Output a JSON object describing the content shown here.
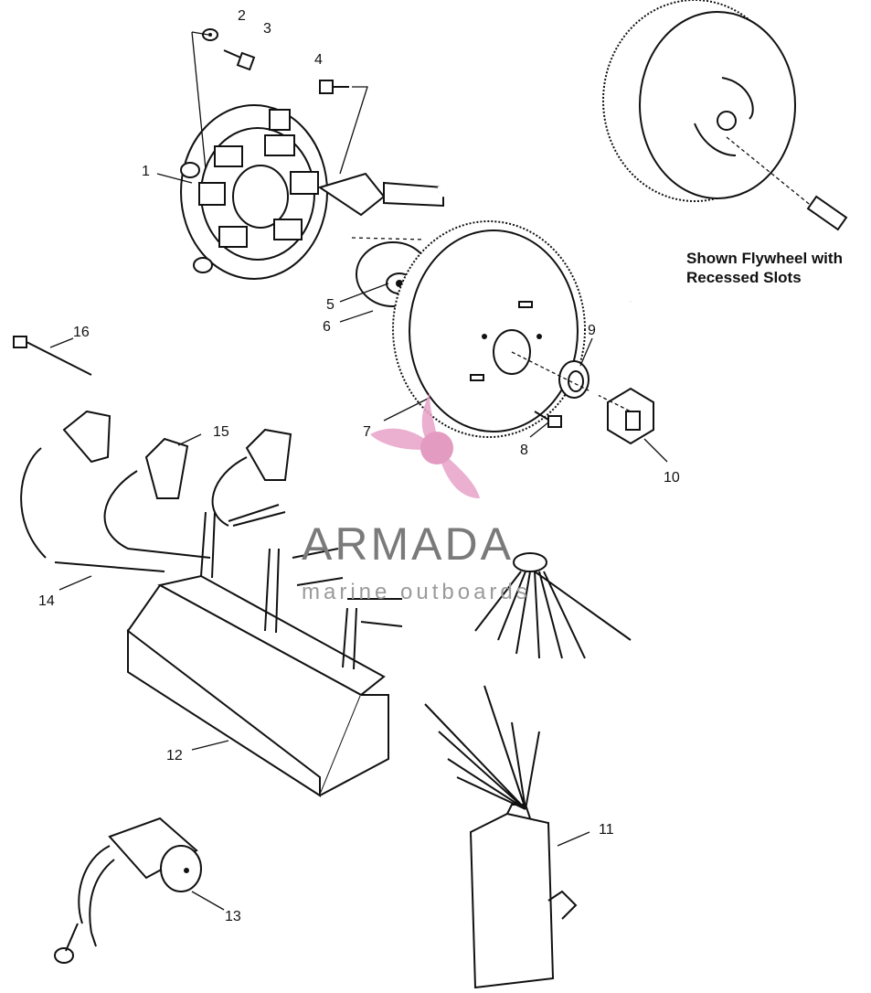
{
  "callouts": {
    "c1": "1",
    "c2": "2",
    "c3": "3",
    "c4": "4",
    "c5": "5",
    "c6": "6",
    "c7": "7",
    "c8": "8",
    "c9": "9",
    "c10": "10",
    "c11": "11",
    "c12": "12",
    "c13": "13",
    "c14": "14",
    "c15": "15",
    "c16": "16"
  },
  "note": {
    "line1": "Shown Flywheel with",
    "line2": "Recessed Slots"
  },
  "watermark": {
    "title": "ARMADA",
    "subtitle": "marine outboards",
    "logo_icon": "propeller-logo-icon",
    "colors": {
      "logo": "#e8a2c8",
      "title": "#7a7a7a",
      "subtitle": "#9a9a9a"
    }
  }
}
